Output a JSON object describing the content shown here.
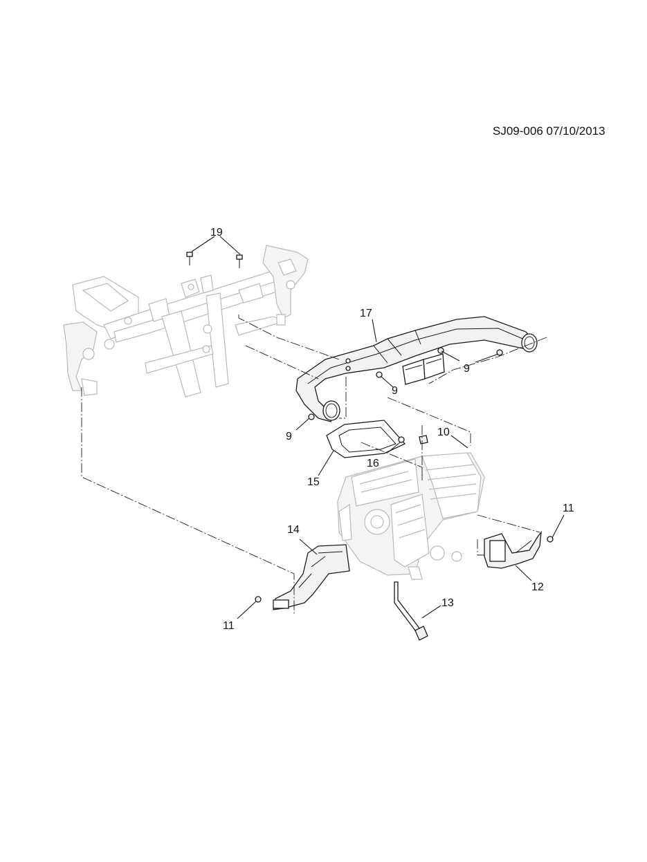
{
  "drawing_code": "SJ09-006 07/10/2013",
  "callouts": {
    "c19": "19",
    "c17": "17",
    "c9a": "9",
    "c9b": "9",
    "c9c": "9",
    "c10": "10",
    "c16": "16",
    "c15": "15",
    "c11a": "11",
    "c11b": "11",
    "c14": "14",
    "c12": "12",
    "c13": "13"
  }
}
